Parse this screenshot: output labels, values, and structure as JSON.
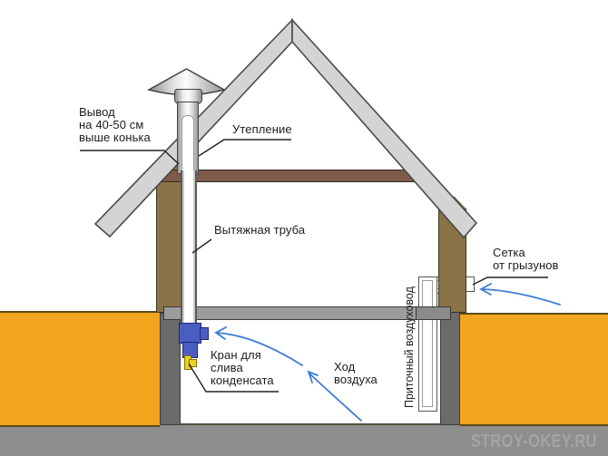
{
  "labels": {
    "vent_output": "Вывод\nна 40-50 см\nвыше конька",
    "insulation": "Утепление",
    "exhaust_pipe": "Вытяжная труба",
    "rodent_mesh": "Сетка\nот грызунов",
    "condensate_tap": "Кран для\nслива\nконденсата",
    "air_flow": "Ход\nвоздуха",
    "supply_duct": "Приточный воздуховод"
  },
  "watermark": "STROY-OKEY.RU",
  "colors": {
    "arrow": "#3B7DD8",
    "roof": "#D4D4D4",
    "wall-brown": "#8A7347",
    "beam-brown": "#7D5A49",
    "ground": "#F2A51F",
    "floor": "#8E8E8E",
    "foundation": "#6B6B6B",
    "beam-gray": "#9C9C9C",
    "valve-blue": "#4A5EC2",
    "valve-yellow": "#E8D226",
    "line": "#222222",
    "text": "#1C1C1C",
    "watermark": "#A4A4A4"
  }
}
